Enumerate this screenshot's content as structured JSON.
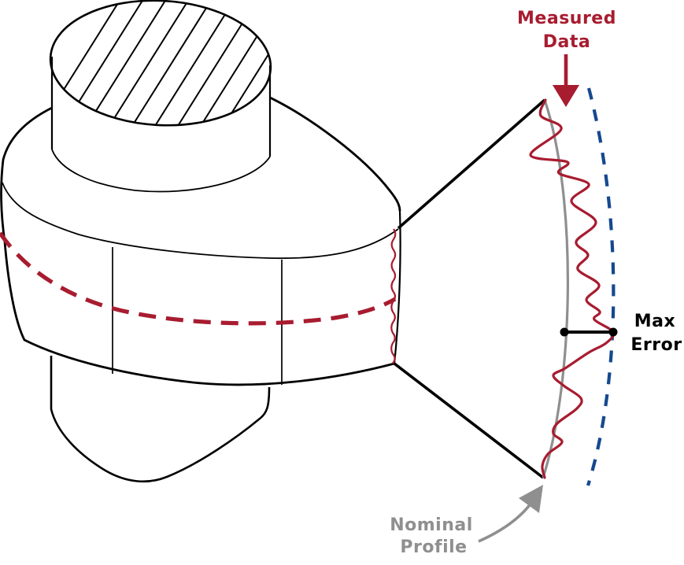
{
  "labels": {
    "measured_data": {
      "line1": "Measured",
      "line2": "Data"
    },
    "max_error": {
      "line1": "Max",
      "line2": "Error"
    },
    "nominal_profile": {
      "line1": "Nominal",
      "line2": "Profile"
    }
  },
  "colors": {
    "measured_red": "#a81c30",
    "nominal_gray": "#8f8f8f",
    "tolerance_blue": "#15498f",
    "outline": "#000000",
    "background": "#ffffff"
  },
  "icons": {
    "measured_pointer": "down-arrow",
    "nominal_pointer": "curved-arrow-up-right"
  }
}
